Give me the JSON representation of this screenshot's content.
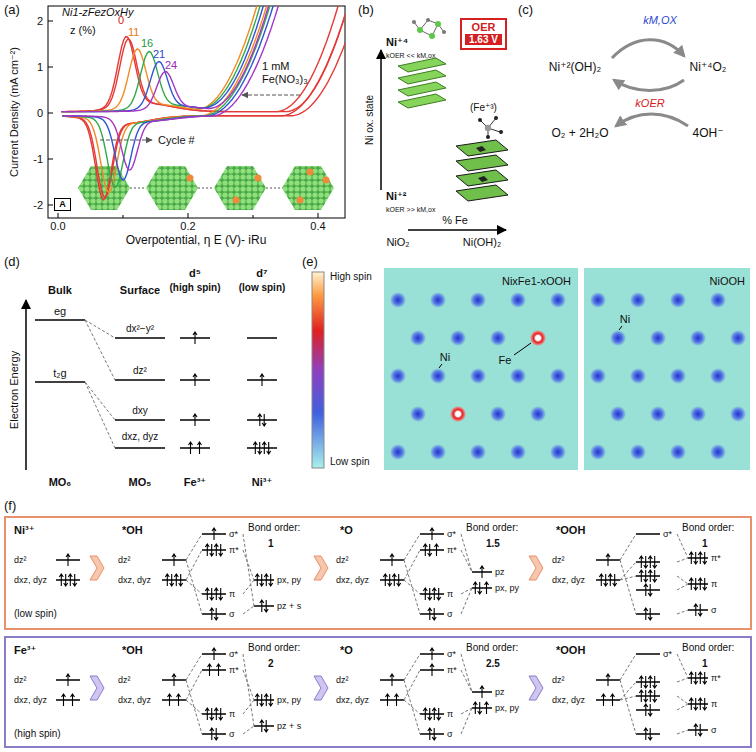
{
  "diagram": {
    "nodes": [
      {
        "text": [
          "A"
        ]
      },
      {
        "text": [
          "OER",
          "1.63 V"
        ]
      },
      {
        "text": [
          "Ni³⁺",
          "(low spin)",
          "dz²",
          "dxz, dyz",
          "*OH",
          "dz²",
          "dxz, dyz",
          "σ*",
          "π*",
          "π",
          "σ",
          "Bond order:",
          "1",
          "px, py",
          "pz + s",
          "*O",
          "dz²",
          "dxz, dyz",
          "σ*",
          "π*",
          "π",
          "σ",
          "Bond order:",
          "1.5",
          "pz",
          "px, py",
          "*OOH",
          "dz²",
          "dxz, dyz",
          "σ*",
          "Bond order:",
          "1",
          "π*",
          "π",
          "σ"
        ]
      },
      {
        "text": [
          "Fe³⁺",
          "(high spin)",
          "dz²",
          "dxz, dyz",
          "*OH",
          "dz²",
          "dxz, dyz",
          "σ*",
          "π*",
          "π",
          "σ",
          "Bond order:",
          "2",
          "px, py",
          "pz + s",
          "*O",
          "dz²",
          "dxz, dyz",
          "σ*",
          "π*",
          "π",
          "σ",
          "Bond order:",
          "2.5",
          "pz",
          "px, py",
          "*OOH",
          "dz²",
          "dxz, dyz",
          "σ*",
          "Bond order:",
          "1",
          "π*",
          "π",
          "σ"
        ]
      }
    ],
    "labels": [
      "(a)",
      "Ni1-zFezOxHy",
      "z (%)",
      "0",
      "11",
      "16",
      "21",
      "24",
      "1 mM Fe(NO₃)₃",
      "Cycle #",
      "Current Density (mA cm⁻²)",
      "Overpotential, η E (V)- iRu",
      "2",
      "1",
      "0",
      "-1",
      "-2",
      "0.0",
      "0.2",
      "0.4",
      "(b)",
      "Ni⁺⁴",
      "kOER << kM,ox",
      "Ni ox. state",
      "Ni⁺²",
      "kOER >> kM,ox",
      "(Fe⁺³)",
      "% Fe",
      "NiO₂",
      "Ni(OH)₂",
      "(c)",
      "kM,OX",
      "Ni⁺²(OH)₂",
      "Ni⁺⁴O₂",
      "kOER",
      "O₂ + 2H₂O",
      "4OH⁻",
      "(d)",
      "Bulk",
      "Surface",
      "d⁵",
      "(high spin)",
      "d⁷",
      "(low spin)",
      "eg",
      "t₂g",
      "dx²−y²",
      "dz²",
      "dxy",
      "dxz, dyz",
      "Electron Energy",
      "MO₆",
      "MO₅",
      "Fe³⁺",
      "Ni³⁺",
      "(e)",
      "High spin",
      "Low spin",
      "NixFe1-xOOH",
      "Fe",
      "Ni",
      "NiOOH",
      "Ni",
      "(f)"
    ]
  }
}
